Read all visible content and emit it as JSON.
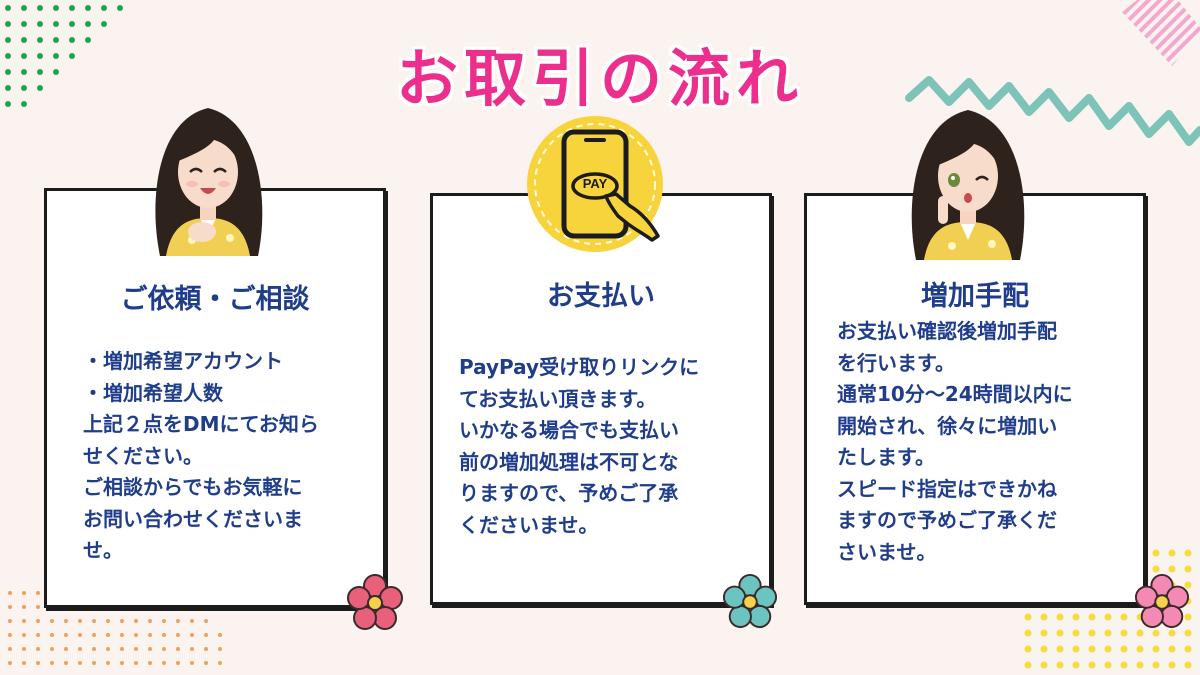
{
  "title": "お取引の流れ",
  "steps": [
    {
      "heading": "ご依頼・ご相談",
      "lines": [
        "・増加希望アカウント",
        "・増加希望人数",
        "上記２点をDMにてお知ら",
        "せください。",
        "ご相談からでもお気軽に",
        "お問い合わせくださいま",
        "せ。"
      ]
    },
    {
      "heading": "お支払い",
      "lines": [
        "PayPay受け取りリンクに",
        "てお支払い頂きます。",
        "いかなる場合でも支払い",
        "前の増加処理は不可とな",
        "りますので、予めご了承",
        "くださいませ。"
      ]
    },
    {
      "heading": "増加手配",
      "lines": [
        "お支払い確認後増加手配",
        "を行います。",
        "通常10分～24時間以内に",
        "開始され、徐々に増加い",
        "たします。",
        "スピード指定はできかね",
        "ますので予めご了承くだ",
        "さいませ。"
      ]
    }
  ],
  "pay_icon_text": "PAY",
  "icons": [
    "smiling-girl-illustration",
    "smartphone-pay-icon",
    "winking-girl-illustration",
    "flower-icon"
  ],
  "colors": {
    "title": "#ec2f8d",
    "text": "#1f3d8a",
    "background": "#fbf3ef",
    "pay_circle": "#f7d43c",
    "flower_pink": "#e8607a",
    "flower_teal": "#6cc4c0"
  }
}
